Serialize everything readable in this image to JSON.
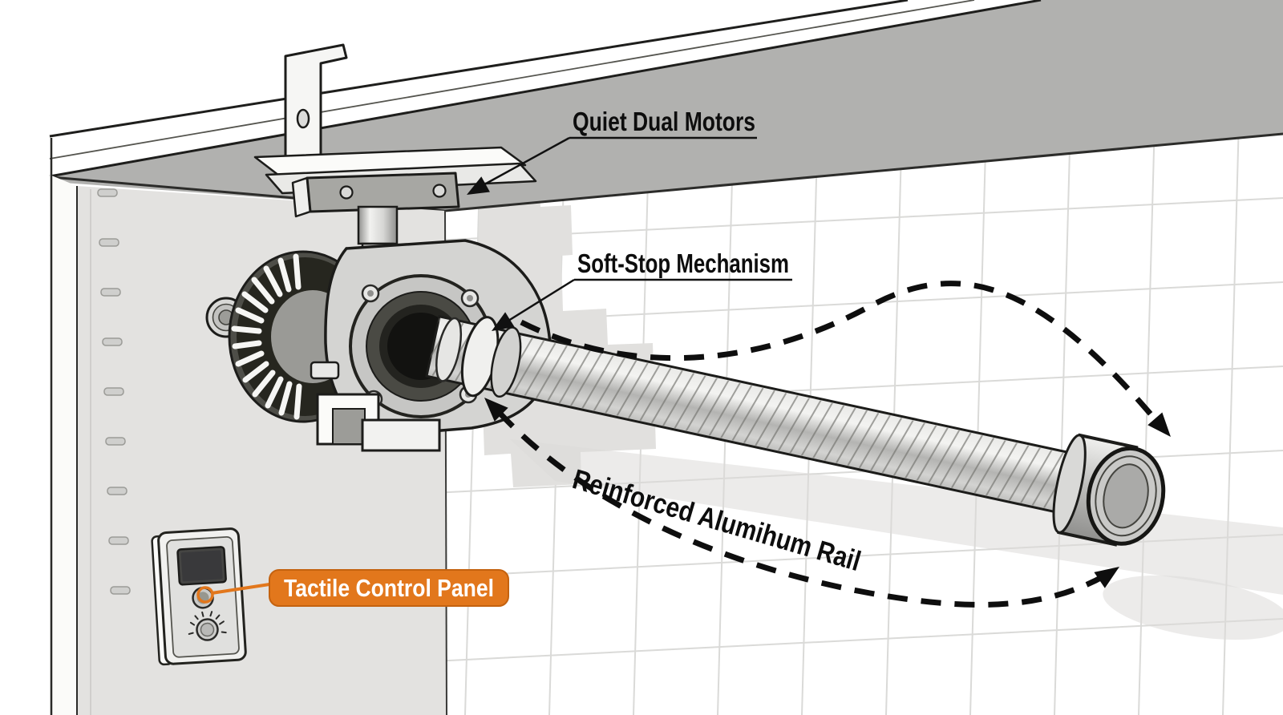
{
  "callouts": {
    "quiet_dual_motors": "Quiet Dual Motors",
    "soft_stop_mechanism": "Soft-Stop Mechanism",
    "reinforced_rail": "Reinforced Alumihum Rail",
    "tactile_control_panel": "Tactile Control Panel"
  },
  "colors": {
    "callout_orange": "#E2771C",
    "annotation_ink": "#0E0E0E",
    "soffit_gray": "#B1B1AF",
    "side_wall_gray": "#E3E2E0",
    "grid_line_gray": "#DADAD8",
    "shadow_gray": "#E1E0DE"
  }
}
